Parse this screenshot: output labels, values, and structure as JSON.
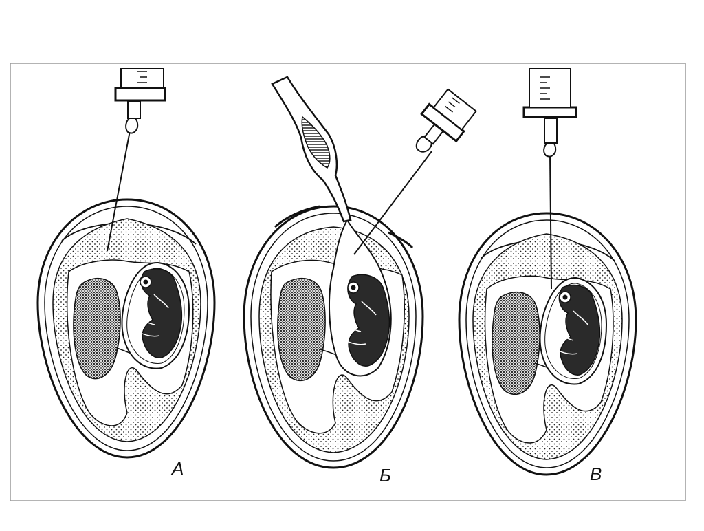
{
  "figure": {
    "panels": [
      {
        "label": "А"
      },
      {
        "label": "Б"
      },
      {
        "label": "В"
      }
    ],
    "colors": {
      "ink": "#111111",
      "shell_fill": "#ffffff",
      "albumen_fill": "#f2f2f2",
      "yolk_fill": "#9a9a9a",
      "embryo_fill": "#2a2a2a",
      "frame": "#9a9a9a"
    }
  }
}
